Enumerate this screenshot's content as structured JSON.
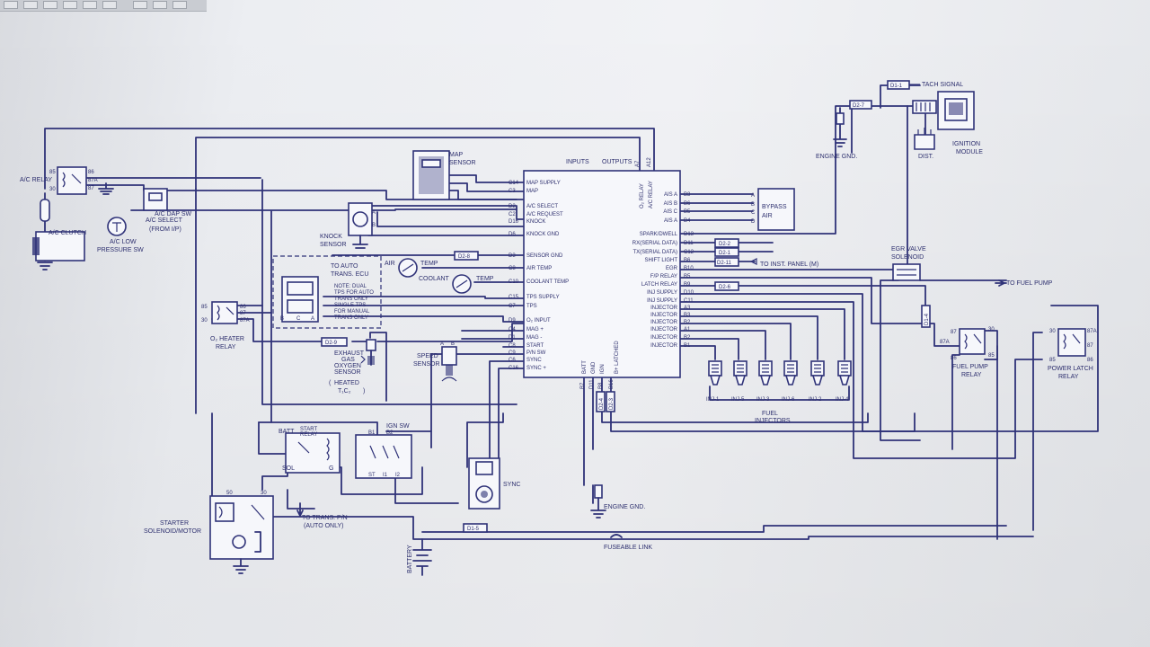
{
  "labels": {
    "tach_signal": "TACH SIGNAL",
    "engine_gnd_top": "ENGINE GND.",
    "dist": "DIST.",
    "ignition_module_1": "IGNITION",
    "ignition_module_2": "MODULE",
    "ac_relay": "A/C RELAY",
    "ac_clutch": "A/C CLUTCH",
    "ac_low_pressure_1": "A/C LOW",
    "ac_low_pressure_2": "PRESSURE SW",
    "ac_dap_sw": "A/C DAP SW",
    "ac_select_from_ip_1": "A/C SELECT",
    "ac_select_from_ip_2": "(FROM I/P)",
    "map_sensor_1": "MAP",
    "map_sensor_2": "SENSOR",
    "knock_sensor_1": "KNOCK",
    "knock_sensor_2": "SENSOR",
    "to_auto_trans_1": "TO AUTO",
    "to_auto_trans_2": "TRANS. ECU",
    "note_1": "NOTE: DUAL",
    "note_2": "TPS FOR AUTO",
    "note_3": "TRANS ONLY",
    "note_4": "SINGLE TPS",
    "note_5": "FOR MANUAL",
    "note_6": "TRANS ONLY",
    "air_temp": "AIR",
    "temp": "TEMP",
    "coolant": "COOLANT",
    "coolant_temp": "TEMP",
    "o2_heater_relay_1": "O₂ HEATER",
    "o2_heater_relay_2": "RELAY",
    "exhaust_1": "EXHAUST",
    "exhaust_2": "GAS",
    "exhaust_3": "OXYGEN",
    "exhaust_4": "SENSOR",
    "heated_1": "HEATED",
    "heated_2": "T₁C₂",
    "speed_sensor_1": "SPEED",
    "speed_sensor_2": "SENSOR",
    "inputs": "INPUTS",
    "outputs": "OUTPUTS",
    "o2_relay": "O₂ RELAY",
    "ac_relay_vert": "A/C RELAY",
    "bypass_air_1": "BYPASS",
    "bypass_air_2": "AIR",
    "to_inst_panel": "TO INST. PANEL (M)",
    "egr_valve_1": "EGR VALVE",
    "egr_valve_2": "SOLENOID",
    "to_fuel_pump": "TO FUEL PUMP",
    "fuel_pump_relay_1": "FUEL PUMP",
    "fuel_pump_relay_2": "RELAY",
    "power_latch_relay_1": "POWER LATCH",
    "power_latch_relay_2": "RELAY",
    "fuel_injectors_1": "FUEL",
    "fuel_injectors_2": "INJECTORS",
    "start_relay_1": "START",
    "start_relay_2": "RELAY",
    "batt": "BATT",
    "ign_sw": "IGN SW",
    "sol": "SOL",
    "g": "G",
    "st": "ST",
    "i1": "I1",
    "i2": "I2",
    "b1": "B1",
    "b2": "B2",
    "sync": "SYNC",
    "engine_gnd_bottom": "ENGINE GND.",
    "starter_1": "STARTER",
    "starter_2": "SOLENOID/MOTOR",
    "to_trans_pn_1": "TO TRANS. P/N",
    "to_trans_pn_2": "(AUTO ONLY)",
    "battery": "BATTERY",
    "fuseable_link": "FUSEABLE LINK",
    "batt_vert": "BATT",
    "gnd_vert": "GND",
    "ign_vert": "IGN",
    "b_latched_vert": "B+ LATCHED"
  },
  "connectors": {
    "d1_1": "D1-1",
    "d2_7": "D2-7",
    "d2_8": "D2-8",
    "d2_9": "D2-9",
    "d2_2": "D2-2",
    "d2_1": "D2-1",
    "d2_11": "D2-11",
    "d2_6": "D2-6",
    "d1_5": "D1-5",
    "d2_4": "D2-4",
    "d2_3": "D2-3",
    "d1_4": "D1-4"
  },
  "ecu_left_pins": [
    {
      "pin": "C14",
      "name": "MAP SUPPLY"
    },
    {
      "pin": "C3",
      "name": "MAP"
    },
    {
      "pin": "D2",
      "name": "A/C SELECT"
    },
    {
      "pin": "C2",
      "name": "A/C REQUEST"
    },
    {
      "pin": "D16",
      "name": "KNOCK"
    },
    {
      "pin": "D6",
      "name": "KNOCK GND"
    },
    {
      "pin": "D3",
      "name": "SENSOR GND"
    },
    {
      "pin": "C8",
      "name": "AIR TEMP"
    },
    {
      "pin": "C10",
      "name": "COOLANT TEMP"
    },
    {
      "pin": "C15",
      "name": "TPS SUPPLY"
    },
    {
      "pin": "C7",
      "name": "TPS"
    },
    {
      "pin": "D9",
      "name": "O₂ INPUT"
    },
    {
      "pin": "C4",
      "name": "MAG +"
    },
    {
      "pin": "D1",
      "name": "MAG -"
    },
    {
      "pin": "C8",
      "name": "START"
    },
    {
      "pin": "C9",
      "name": "P/N SW"
    },
    {
      "pin": "C6",
      "name": "SYNC"
    },
    {
      "pin": "C16",
      "name": "SYNC +"
    }
  ],
  "ecu_right_pins": [
    {
      "pin": "B3",
      "name": "AIS A"
    },
    {
      "pin": "B6",
      "name": "AIS B"
    },
    {
      "pin": "B5",
      "name": "AIS C"
    },
    {
      "pin": "B4",
      "name": "AIS A"
    },
    {
      "pin": "D13",
      "name": "SPARK/DWELL"
    },
    {
      "pin": "D11",
      "name": "RX(SERIAL DATA)"
    },
    {
      "pin": "C12",
      "name": "TX(SERIAL DATA)"
    },
    {
      "pin": "B6",
      "name": "SHIFT LIGHT"
    },
    {
      "pin": "B10",
      "name": "EGR"
    },
    {
      "pin": "B5",
      "name": "F/P RELAY"
    },
    {
      "pin": "B9",
      "name": "LATCH RELAY"
    },
    {
      "pin": "D10",
      "name": "INJ SUPPLY"
    },
    {
      "pin": "C11",
      "name": "INJ SUPPLY"
    },
    {
      "pin": "A3",
      "name": "INJECTOR"
    },
    {
      "pin": "B3",
      "name": "INJECTOR"
    },
    {
      "pin": "B2",
      "name": "INJECTOR"
    },
    {
      "pin": "A1",
      "name": "INJECTOR"
    },
    {
      "pin": "B2",
      "name": "INJECTOR"
    },
    {
      "pin": "B1",
      "name": "INJECTOR"
    }
  ],
  "ecu_top_pins": [
    "A7",
    "A12"
  ],
  "ecu_bottom_pins": [
    "B7",
    "D11",
    "B8",
    "B16"
  ],
  "bypass_pins": [
    "A",
    "B",
    "C",
    "D"
  ],
  "injectors": [
    "INJ-1",
    "INJ-5",
    "INJ-3",
    "INJ-6",
    "INJ-2",
    "INJ-4"
  ],
  "relay_pins": {
    "p85": "85",
    "p86": "86",
    "p87": "87",
    "p87a": "87A",
    "p30": "30",
    "p50": "50"
  },
  "knock_pins": [
    "A",
    "B"
  ],
  "tps_pins": [
    "B",
    "C",
    "A"
  ],
  "colors": {
    "ink": "#2f3278",
    "paper": "#f6f7fb"
  }
}
